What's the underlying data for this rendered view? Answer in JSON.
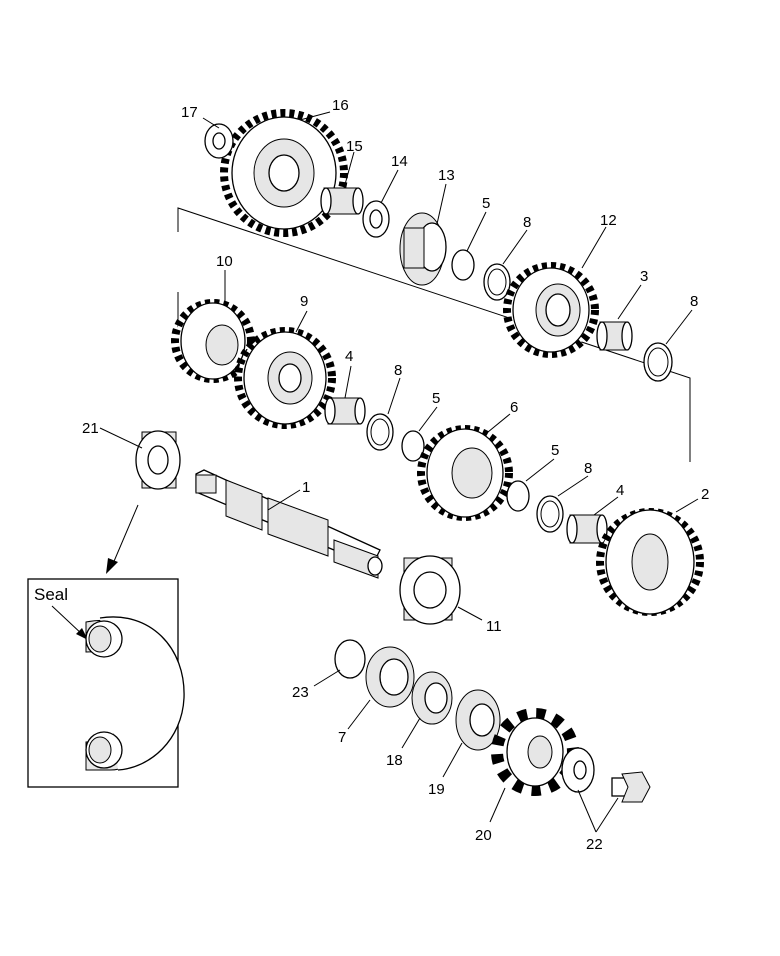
{
  "callouts": {
    "c1": "1",
    "c2": "2",
    "c3": "3",
    "c4a": "4",
    "c4b": "4",
    "c5a": "5",
    "c5b": "5",
    "c5c": "5",
    "c6": "6",
    "c7": "7",
    "c8a": "8",
    "c8b": "8",
    "c8c": "8",
    "c8d": "8",
    "c9": "9",
    "c10": "10",
    "c11": "11",
    "c12": "12",
    "c13": "13",
    "c14": "14",
    "c15": "15",
    "c16": "16",
    "c17": "17",
    "c18": "18",
    "c19": "19",
    "c20": "20",
    "c21": "21",
    "c22": "22",
    "c23": "23"
  },
  "inset": {
    "label": "Seal"
  },
  "icons": {
    "gear": "gear-icon",
    "bearing": "bearing-icon",
    "ring": "ring-icon"
  }
}
